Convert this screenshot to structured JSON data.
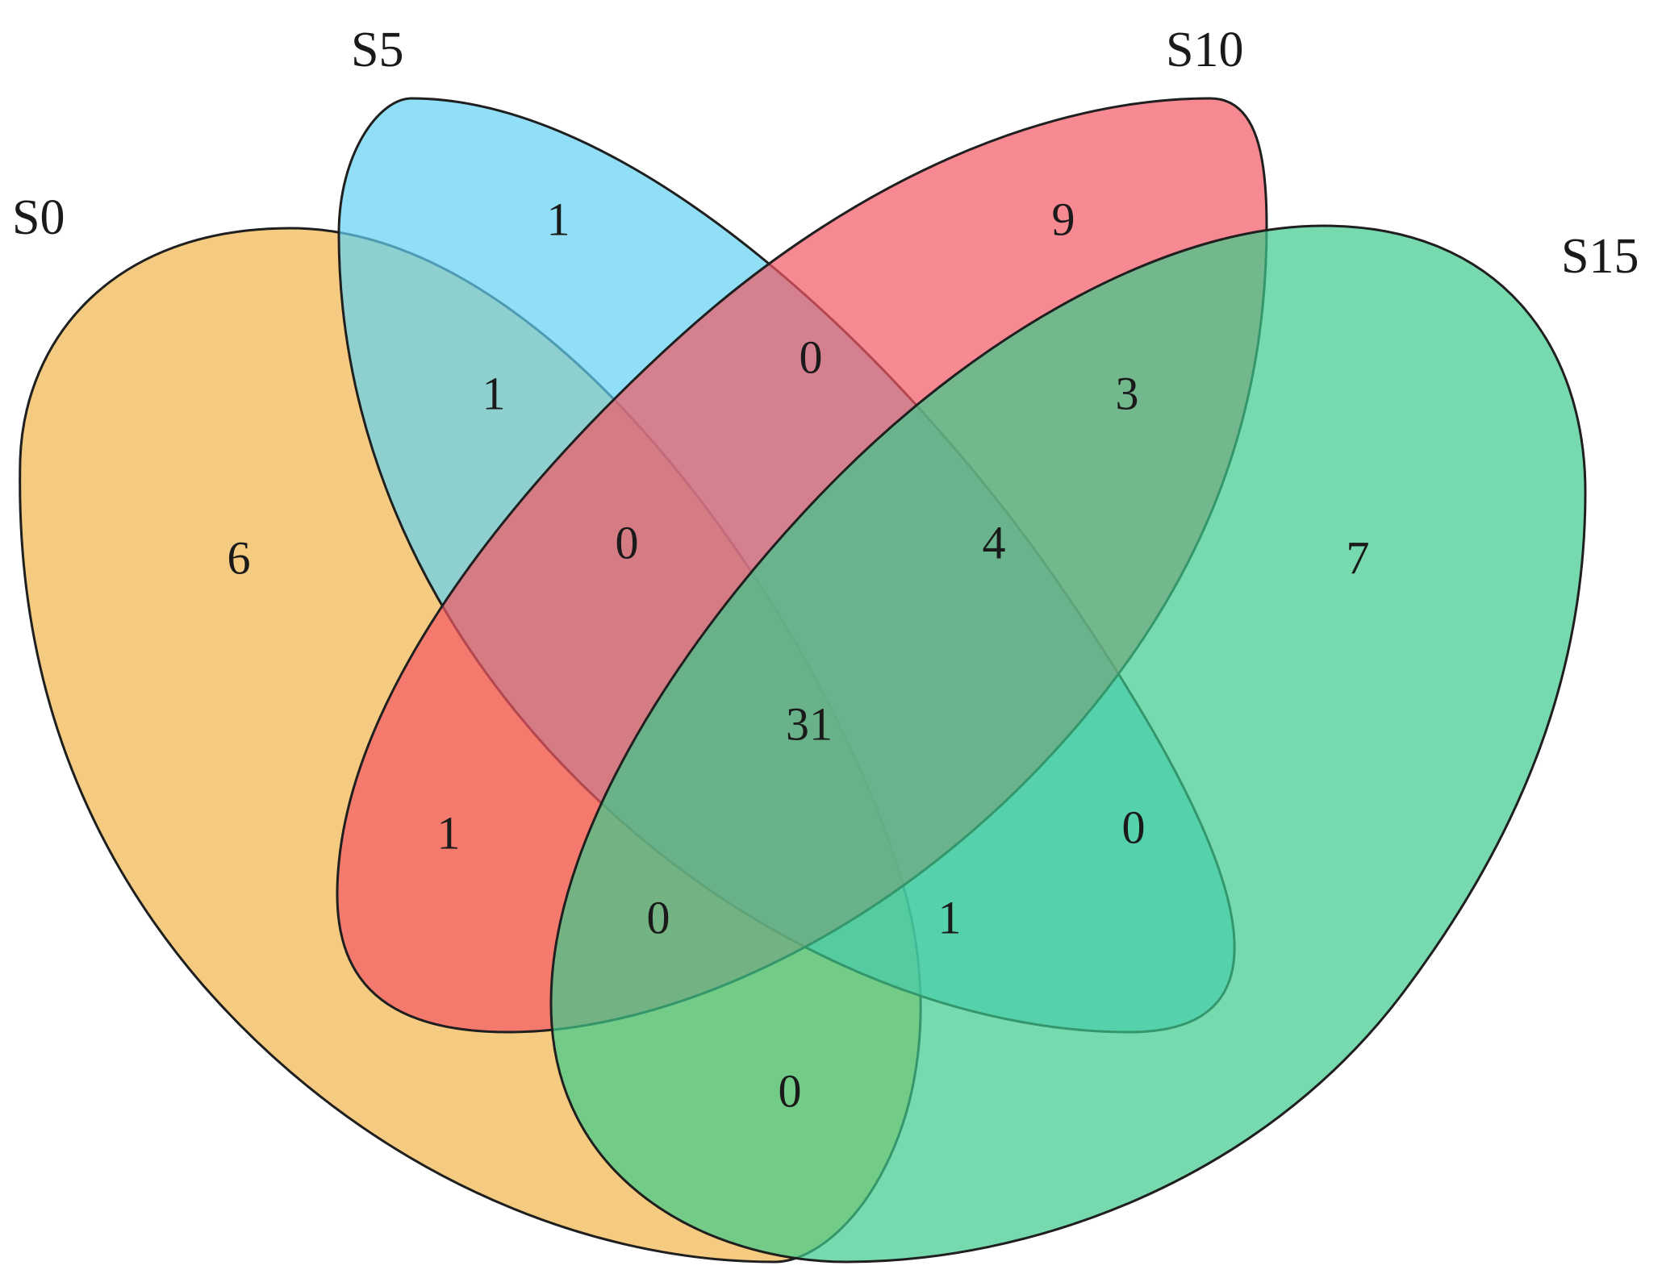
{
  "diagram": {
    "type": "venn-4",
    "sets": [
      {
        "id": "S0",
        "label": "S0",
        "color": "#f0b54a"
      },
      {
        "id": "S5",
        "label": "S5",
        "color": "#62d2f2"
      },
      {
        "id": "S10",
        "label": "S10",
        "color": "#f25764"
      },
      {
        "id": "S15",
        "label": "S15",
        "color": "#3ccb8c"
      }
    ],
    "regions": [
      {
        "sets": [
          "S0"
        ],
        "count": "6"
      },
      {
        "sets": [
          "S5"
        ],
        "count": "1"
      },
      {
        "sets": [
          "S10"
        ],
        "count": "9"
      },
      {
        "sets": [
          "S15"
        ],
        "count": "7"
      },
      {
        "sets": [
          "S0",
          "S5"
        ],
        "count": "1"
      },
      {
        "sets": [
          "S5",
          "S10"
        ],
        "count": "0"
      },
      {
        "sets": [
          "S10",
          "S15"
        ],
        "count": "3"
      },
      {
        "sets": [
          "S0",
          "S5",
          "S10"
        ],
        "count": "0"
      },
      {
        "sets": [
          "S5",
          "S10",
          "S15"
        ],
        "count": "4"
      },
      {
        "sets": [
          "S0",
          "S5",
          "S10",
          "S15"
        ],
        "count": "31"
      },
      {
        "sets": [
          "S0",
          "S10"
        ],
        "count": "1"
      },
      {
        "sets": [
          "S5",
          "S15"
        ],
        "count": "0"
      },
      {
        "sets": [
          "S0",
          "S10",
          "S15"
        ],
        "count": "0"
      },
      {
        "sets": [
          "S0",
          "S5",
          "S15"
        ],
        "count": "1"
      },
      {
        "sets": [
          "S0",
          "S15"
        ],
        "count": "0"
      }
    ]
  }
}
